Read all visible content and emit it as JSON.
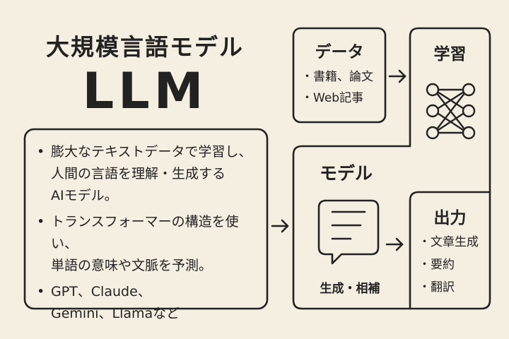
{
  "header": {
    "title": "大規模言語モデル",
    "subtitle": "LLM"
  },
  "description": {
    "items": [
      "膨大なテキストデータで学習し、人間の言語を理解・生成するAIモデル。",
      "トランスフォーマーの構造を使い、単語の意味や文脈を予測。",
      "GPT、Claude、Gemini、Llamaなど"
    ],
    "lines": [
      [
        "膨大なテキストデータで学習し、",
        "人間の言語を理解・生成する",
        "AIモデル。"
      ],
      [
        "トランスフォーマーの構造を使い、",
        "単語の意味や文脈を予測。"
      ],
      [
        "GPT、Claude、",
        "Gemini、Llamaなど"
      ]
    ]
  },
  "data_box": {
    "title": "データ",
    "items": [
      "書籍、論文",
      "Web記事"
    ]
  },
  "learning_box": {
    "title": "学習",
    "icon": "neural-network-icon"
  },
  "model_box": {
    "title": "モデル",
    "icon": "speech-bubble-icon",
    "caption": "生成・相補"
  },
  "output_box": {
    "title": "出力",
    "items": [
      "文章生成",
      "要約",
      "翻訳"
    ]
  },
  "colors": {
    "background": "#f5efe2",
    "stroke": "#222222",
    "text": "#222222"
  }
}
